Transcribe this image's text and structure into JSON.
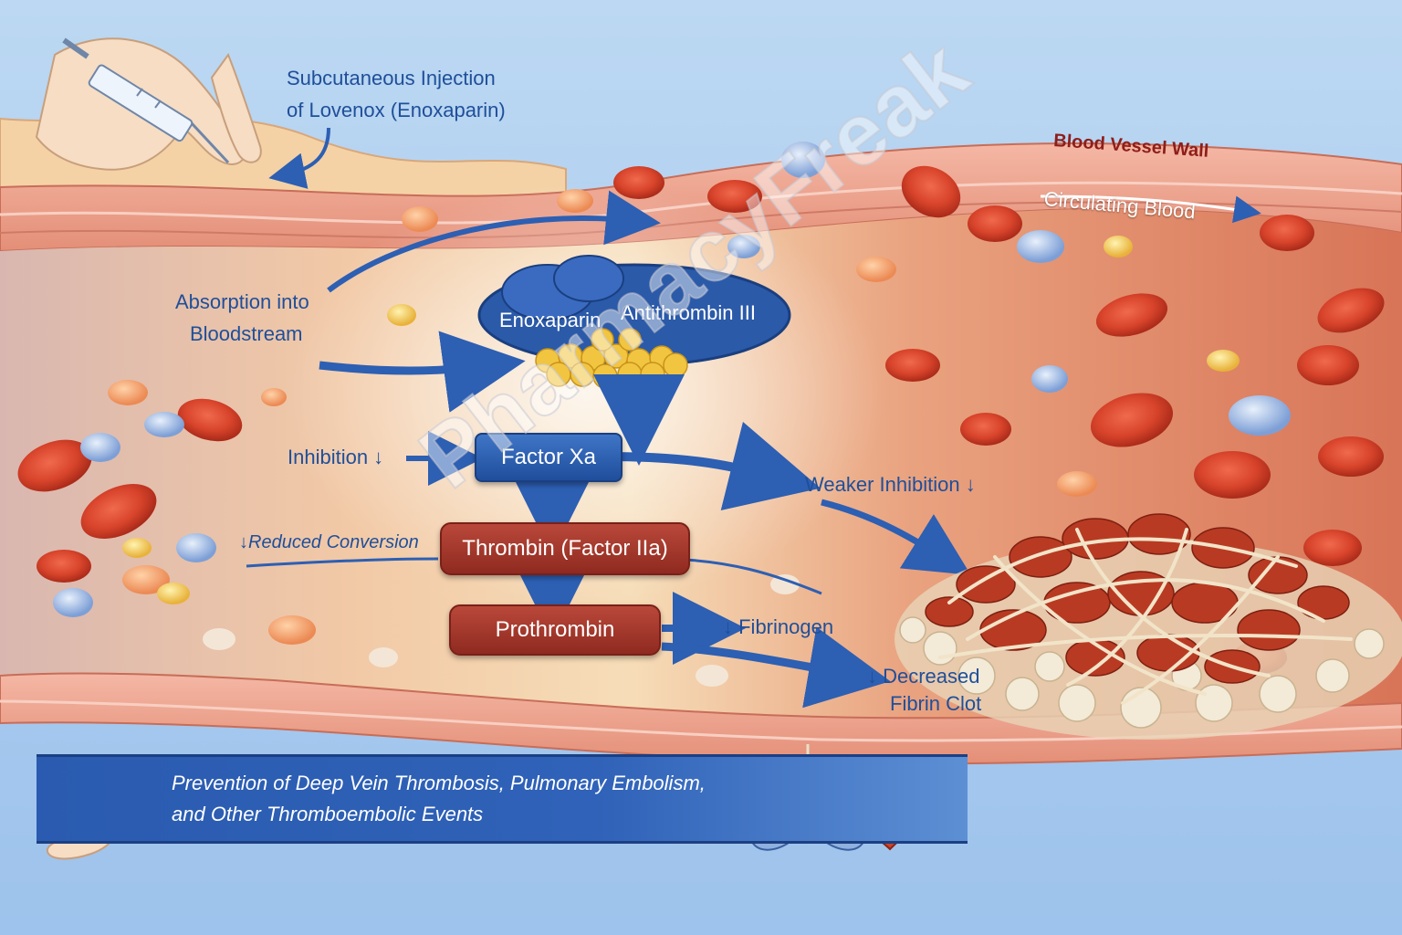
{
  "labels": {
    "injection_line1": "Subcutaneous Injection",
    "injection_line2": "of Lovenox (Enoxaparin)",
    "vessel_wall": "Blood Vessel Wall",
    "circulating": "Circulating Blood",
    "absorption_line1": "Absorption into",
    "absorption_line2": "Bloodstream",
    "enoxaparin": "Enoxaparin",
    "antithrombin": "Antithrombin III",
    "inhibition": "Inhibition ↓",
    "factor_xa": "Factor Xa",
    "weaker_inhibition": "Weaker Inhibition ↓",
    "reduced_conversion": "↓Reduced Conversion",
    "thrombin": "Thrombin (Factor IIa)",
    "prothrombin": "Prothrombin",
    "fibrinogen": "↓ Fibrinogen",
    "decreased_line1": "↓ Decreased",
    "decreased_line2": "Fibrin Clot"
  },
  "banner": {
    "line1": "Prevention of Deep Vein Thrombosis, Pulmonary Embolism,",
    "line2": "and Other Thromboembolic Events"
  },
  "watermark": "PharmacyFreak",
  "icons": [
    "syringe-icon",
    "hand-icon",
    "leg-icon",
    "lungs-icon",
    "heart-icon",
    "clot-icon"
  ],
  "colors": {
    "flow_blue": "#2d5fb3",
    "factor_blue": "#2a5aa8",
    "factor_red": "#a33a2d",
    "vessel_pink": "#e9a08c",
    "banner_blue": "#2a5bb0"
  }
}
